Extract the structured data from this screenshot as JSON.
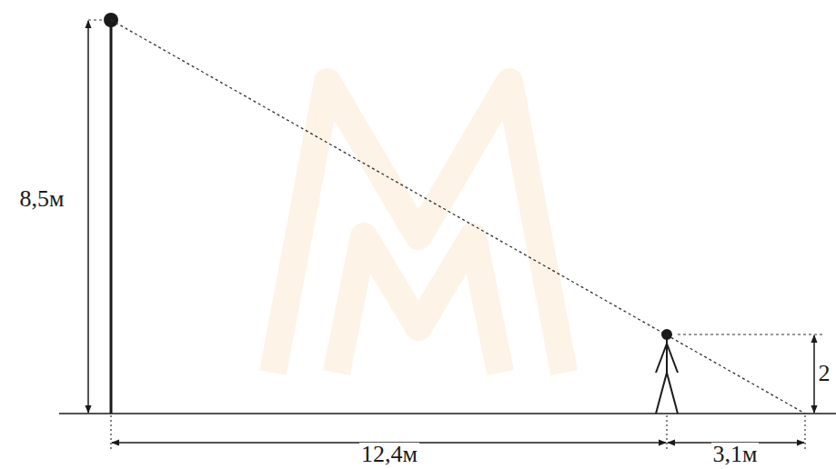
{
  "diagram": {
    "labels": [
      "8,5м",
      "12,4м",
      "3,1м",
      "2"
    ]
  }
}
